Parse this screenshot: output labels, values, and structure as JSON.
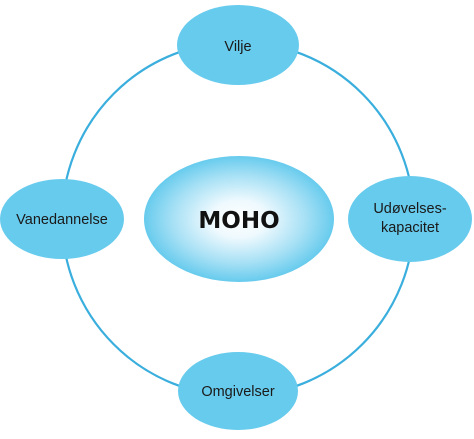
{
  "diagram": {
    "center": {
      "label": "MOHO"
    },
    "nodes": {
      "top": {
        "label": "Vilje"
      },
      "left": {
        "label": "Vanedannelse"
      },
      "right": {
        "line1": "Udøvelses-",
        "line2": "kapacitet"
      },
      "bottom": {
        "label": "Omgivelser"
      }
    },
    "colors": {
      "node_fill": "#67cbed",
      "ring_stroke": "#3aaedd",
      "center_glow": "#ffffff",
      "center_edge": "#67cbed"
    }
  }
}
